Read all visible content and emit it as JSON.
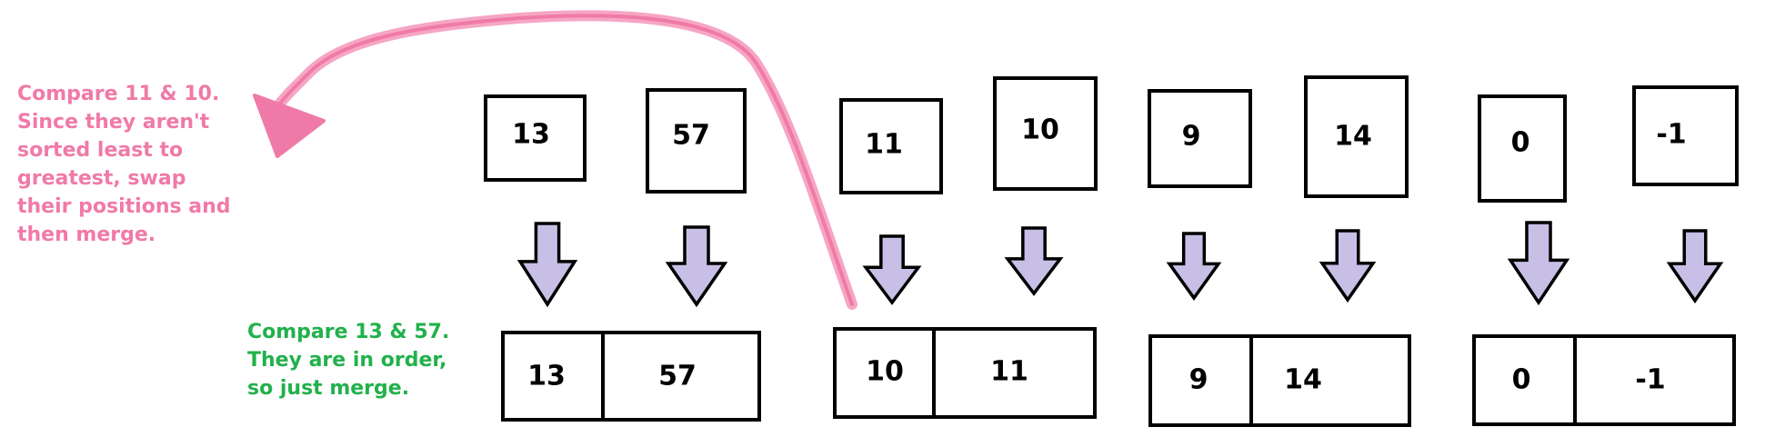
{
  "notes": {
    "pink": "Compare 11 & 10.\nSince they aren't\nsorted least to\ngreatest, swap\ntheir positions and\nthen merge.",
    "green": "Compare 13 & 57.\nThey are in order,\nso just merge."
  },
  "singles": [
    "13",
    "57",
    "11",
    "10",
    "9",
    "14",
    "0",
    "-1"
  ],
  "pairs": [
    [
      "13",
      "57"
    ],
    [
      "10",
      "11"
    ],
    [
      "9",
      "14"
    ],
    [
      "0",
      "-1"
    ]
  ],
  "colors": {
    "pink": "#f07aa7",
    "pink_stroke": "#f6a6c3",
    "green": "#22b14c",
    "arrow_fill": "#c8bfe7",
    "stroke": "#000000"
  },
  "icons": {
    "down_arrow": "down-arrow-icon",
    "swap_arrow": "swap-arrow-icon"
  }
}
